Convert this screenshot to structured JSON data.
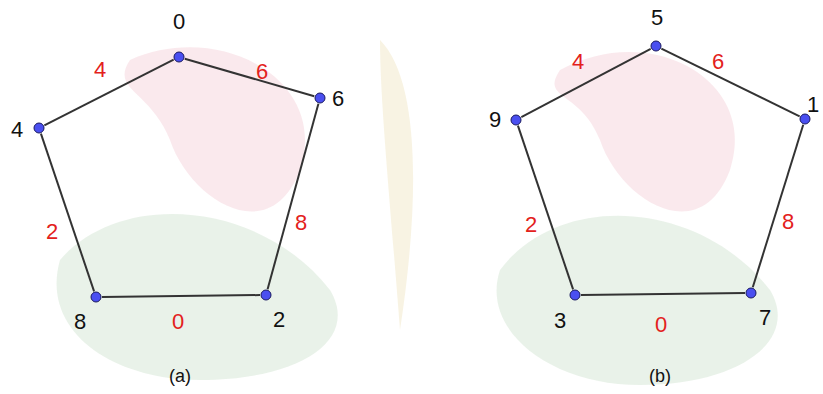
{
  "diagram": {
    "nodes": [
      {
        "text": [
          "0"
        ]
      },
      {
        "text": [
          "4"
        ]
      },
      {
        "text": [
          "6"
        ]
      },
      {
        "text": [
          "8"
        ]
      },
      {
        "text": [
          "2"
        ]
      },
      {
        "text": [
          "5"
        ]
      },
      {
        "text": [
          "9"
        ]
      },
      {
        "text": [
          "1"
        ]
      },
      {
        "text": [
          "3"
        ]
      },
      {
        "text": [
          "7"
        ]
      }
    ],
    "edges": [
      {
        "from": 0,
        "to": 1,
        "arrow": "none",
        "label": "4"
      },
      {
        "from": 0,
        "to": 2,
        "arrow": "none",
        "label": "6"
      },
      {
        "from": 2,
        "to": 4,
        "arrow": "none",
        "label": "8"
      },
      {
        "from": 4,
        "to": 3,
        "arrow": "none",
        "label": "0"
      },
      {
        "from": 3,
        "to": 1,
        "arrow": "none",
        "label": "2"
      },
      {
        "from": 5,
        "to": 6,
        "arrow": "none",
        "label": "4"
      },
      {
        "from": 5,
        "to": 7,
        "arrow": "none",
        "label": "6"
      },
      {
        "from": 7,
        "to": 9,
        "arrow": "none",
        "label": "8"
      },
      {
        "from": 9,
        "to": 8,
        "arrow": "none",
        "label": "0"
      },
      {
        "from": 8,
        "to": 6,
        "arrow": "none",
        "label": "2"
      }
    ],
    "labels": [
      "(a)",
      "(b)"
    ]
  }
}
